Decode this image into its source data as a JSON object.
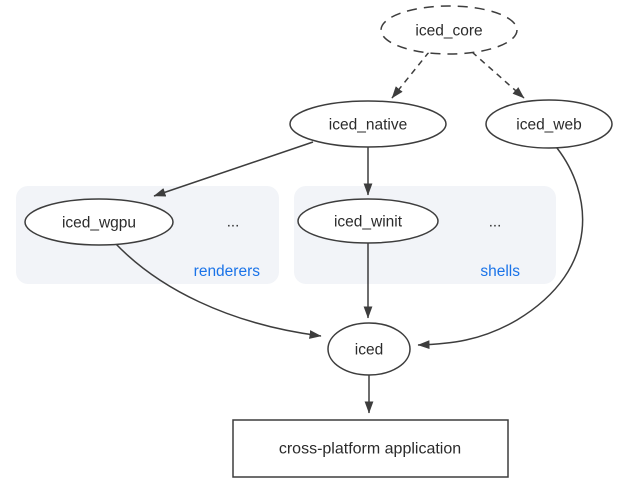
{
  "diagram": {
    "nodes": {
      "iced_core": {
        "label": "iced_core",
        "shape": "ellipse",
        "border": "dashed"
      },
      "iced_native": {
        "label": "iced_native",
        "shape": "ellipse",
        "border": "solid"
      },
      "iced_web": {
        "label": "iced_web",
        "shape": "ellipse",
        "border": "solid"
      },
      "iced_wgpu": {
        "label": "iced_wgpu",
        "shape": "ellipse",
        "border": "solid"
      },
      "iced_winit": {
        "label": "iced_winit",
        "shape": "ellipse",
        "border": "solid"
      },
      "iced": {
        "label": "iced",
        "shape": "ellipse",
        "border": "solid"
      },
      "application": {
        "label": "cross-platform application",
        "shape": "rectangle",
        "border": "solid"
      }
    },
    "groups": {
      "renderers": {
        "label": "renderers",
        "ellipsis": "...",
        "contains": [
          "iced_wgpu"
        ]
      },
      "shells": {
        "label": "shells",
        "ellipsis": "...",
        "contains": [
          "iced_winit"
        ]
      }
    },
    "edges": [
      {
        "from": "iced_core",
        "to": "iced_native",
        "style": "dashed"
      },
      {
        "from": "iced_core",
        "to": "iced_web",
        "style": "dashed"
      },
      {
        "from": "iced_native",
        "to": "iced_wgpu",
        "style": "solid"
      },
      {
        "from": "iced_native",
        "to": "iced_winit",
        "style": "solid"
      },
      {
        "from": "iced_wgpu",
        "to": "iced",
        "style": "solid-curved"
      },
      {
        "from": "iced_winit",
        "to": "iced",
        "style": "solid"
      },
      {
        "from": "iced_web",
        "to": "iced",
        "style": "solid-curved"
      },
      {
        "from": "iced",
        "to": "application",
        "style": "solid"
      }
    ],
    "colors": {
      "background": "#ffffff",
      "node_stroke": "#3d3d3d",
      "text": "#2b2b2b",
      "group_fill": "#f2f4f8",
      "group_label": "#1a73e8"
    }
  }
}
